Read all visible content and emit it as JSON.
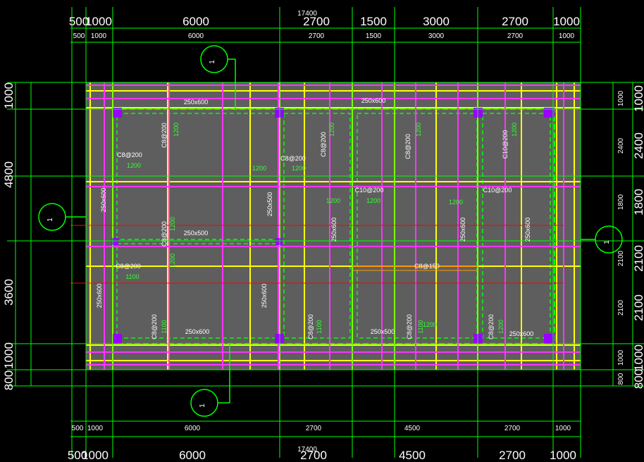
{
  "colors": {
    "background": "#000000",
    "slab": "#5e5e5e",
    "dimension": "#00ff00",
    "beam_yellow": "#ffff00",
    "beam_magenta": "#ff33ff",
    "column": "#9900ff",
    "axis_red": "#ff0000",
    "text": "#ffffff",
    "rebar_text": "#33ff33"
  },
  "overall_dimension": "17400",
  "top_dimensions": {
    "big": [
      "500",
      "1000",
      "6000",
      "2700",
      "1500",
      "3000",
      "2700",
      "1000"
    ],
    "small": [
      "500",
      "1000",
      "6000",
      "2700",
      "1500",
      "3000",
      "2700",
      "1000"
    ]
  },
  "bottom_dimensions": {
    "small": [
      "500",
      "1000",
      "6000",
      "2700",
      "4500",
      "2700",
      "1000"
    ],
    "big": [
      "500",
      "1000",
      "6000",
      "2700",
      "4500",
      "2700",
      "1000"
    ]
  },
  "left_dimensions": [
    "1000",
    "4800",
    "3600",
    "1000",
    "800"
  ],
  "right_dimensions": {
    "small": [
      "1000",
      "2400",
      "1800",
      "2100",
      "2100",
      "1000",
      "800"
    ],
    "big": [
      "1000",
      "2400",
      "1800",
      "2100",
      "2100",
      "1000",
      "800"
    ]
  },
  "section_markers": [
    "1",
    "1",
    "1",
    "1"
  ],
  "beam_labels": [
    "250x600",
    "250x600",
    "250x500",
    "250x500",
    "250x600",
    "250x600",
    "250x600",
    "250x600",
    "250x600",
    "250x500",
    "250x600",
    "250x600",
    "250x600"
  ],
  "rebar_labels": [
    "C8@200",
    "C8@200",
    "C8@200",
    "C8@200",
    "C8@200",
    "C8@200",
    "C10@200",
    "C10@200",
    "C10@200",
    "C8@200",
    "C8@150",
    "C8@200",
    "C8@200",
    "C8@200",
    "C8@200"
  ],
  "rebar_lengths": [
    "1200",
    "1200",
    "1200",
    "1200",
    "1200",
    "1200",
    "1200",
    "1200",
    "1200",
    "1200",
    "1200",
    "1200",
    "1100",
    "1100",
    "1100",
    "1100",
    "1200",
    "1200"
  ]
}
